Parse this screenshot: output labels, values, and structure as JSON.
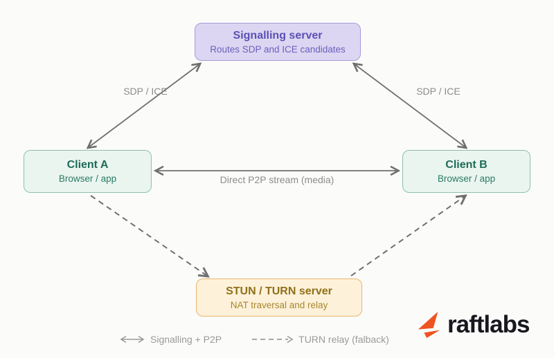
{
  "diagram": {
    "nodes": {
      "signalling": {
        "title": "Signalling server",
        "subtitle": "Routes SDP and ICE candidates"
      },
      "client_a": {
        "title": "Client A",
        "subtitle": "Browser / app"
      },
      "client_b": {
        "title": "Client B",
        "subtitle": "Browser / app"
      },
      "stun_turn": {
        "title": "STUN / TURN server",
        "subtitle": "NAT traversal and relay"
      }
    },
    "edges": [
      {
        "from": "client_a",
        "to": "signalling",
        "label": "SDP / ICE",
        "style": "solid",
        "bidirectional": true
      },
      {
        "from": "client_b",
        "to": "signalling",
        "label": "SDP / ICE",
        "style": "solid",
        "bidirectional": true
      },
      {
        "from": "client_a",
        "to": "client_b",
        "label": "Direct P2P stream (media)",
        "style": "solid",
        "bidirectional": true
      },
      {
        "from": "client_a",
        "to": "stun_turn",
        "label": "",
        "style": "dashed",
        "bidirectional": false
      },
      {
        "from": "stun_turn",
        "to": "client_b",
        "label": "",
        "style": "dashed",
        "bidirectional": false
      }
    ],
    "legend": {
      "solid_label": "Signalling + P2P",
      "dashed_label": "TURN relay (falback)"
    }
  },
  "logo": {
    "text": "raftlabs"
  },
  "colors": {
    "background": "#fbfbfa",
    "signalling_fill": "#dcd6f2",
    "signalling_border": "#a79bdb",
    "signalling_text": "#5b50b4",
    "client_fill": "#eaf5ef",
    "client_border": "#8cc0ac",
    "client_text": "#1d6b58",
    "stun_fill": "#fdf1da",
    "stun_border": "#eab66b",
    "stun_text": "#8f7118",
    "arrow": "#6f6f6f",
    "edge_label_text": "#8c8c8c",
    "legend_text": "#9a9a9a",
    "logo_orange": "#ee5322",
    "logo_text": "#17171f"
  }
}
